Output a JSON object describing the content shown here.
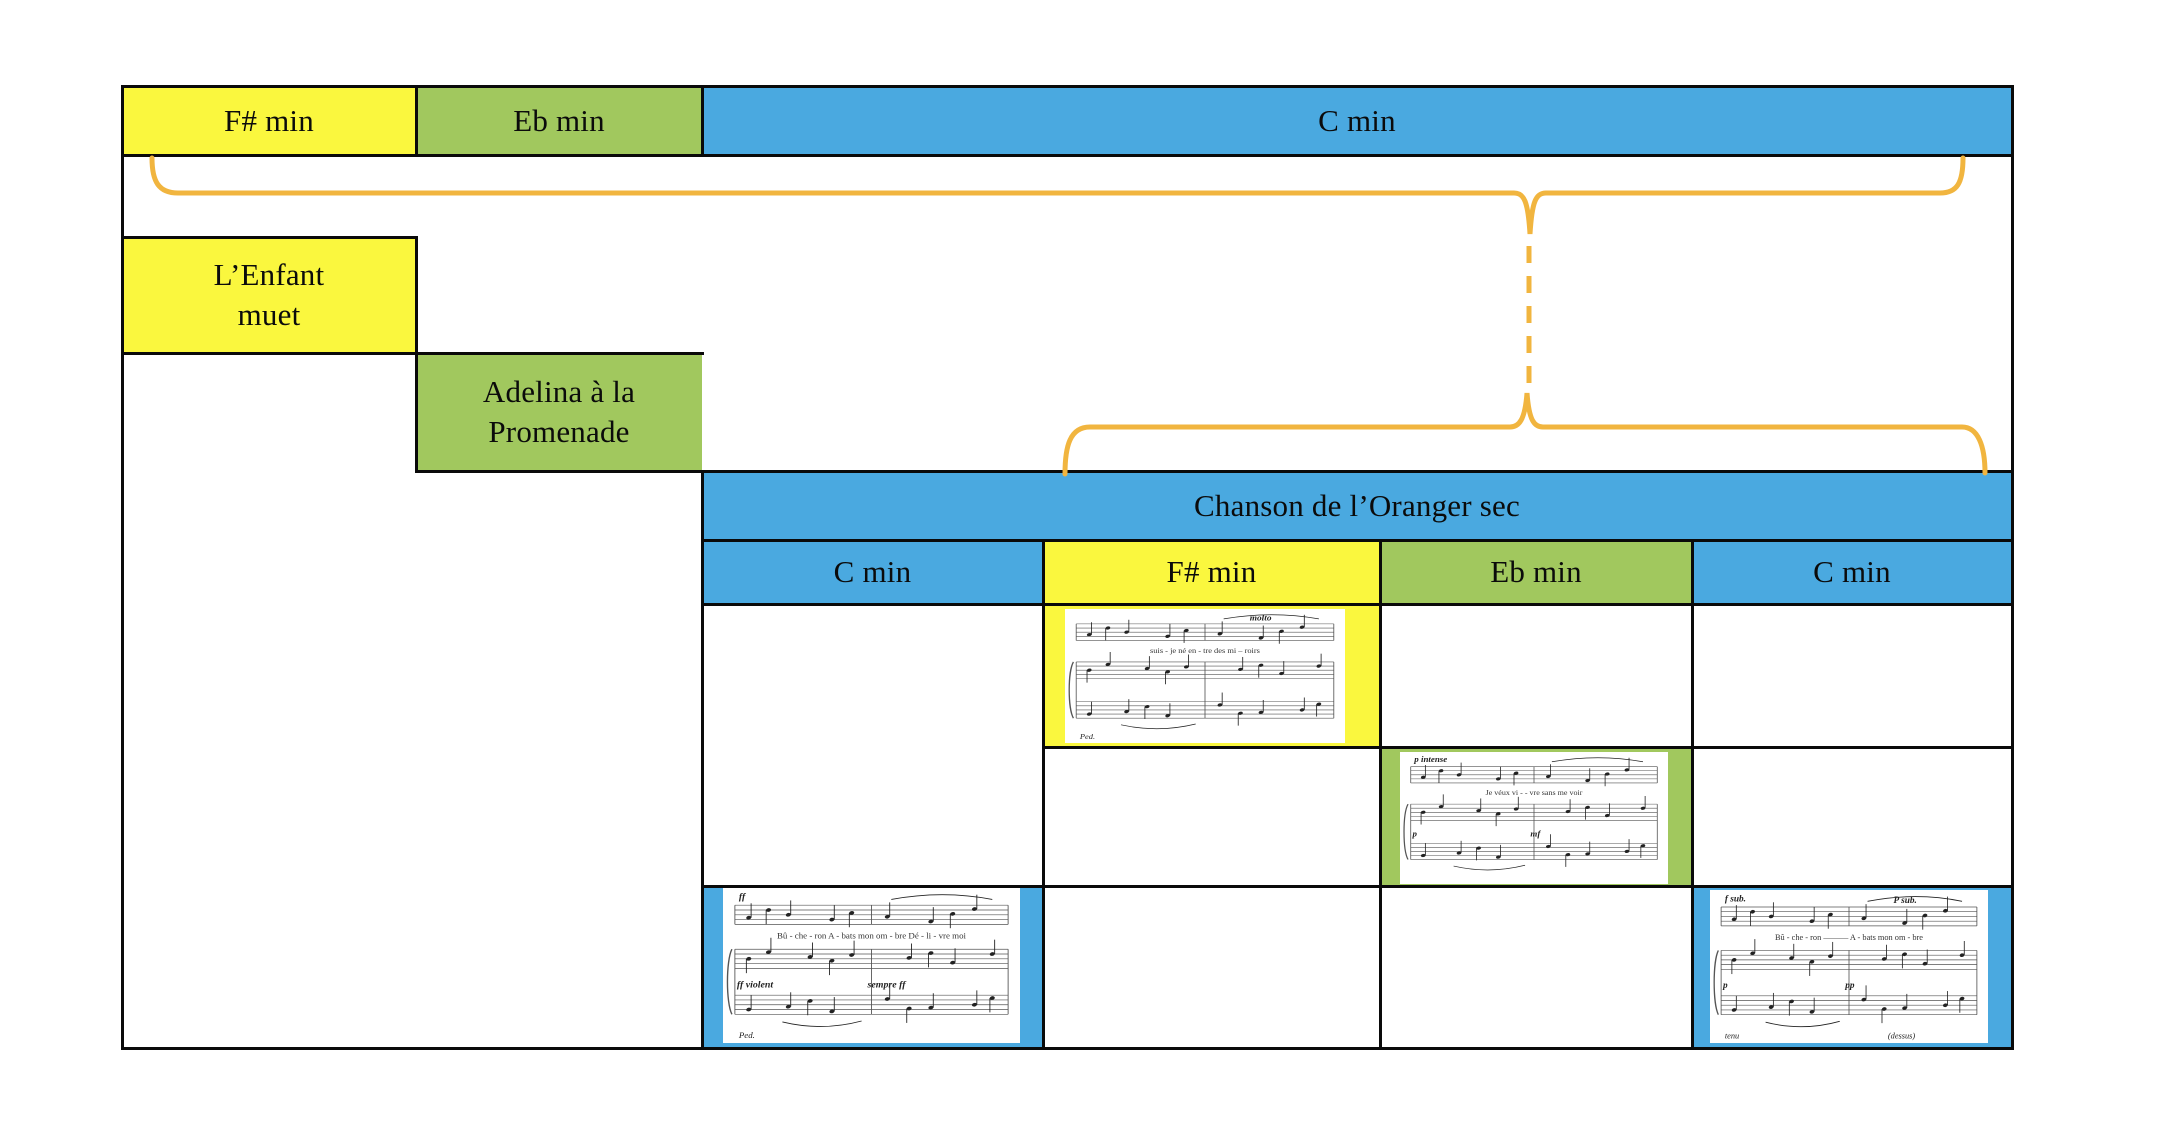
{
  "colors": {
    "yellow": "#FAF73E",
    "green": "#A1C85E",
    "blue": "#4AA9E0",
    "brace": "#F1B53F",
    "border": "#0A0A0A",
    "staff_line": "#555555",
    "note_ink": "#222222"
  },
  "top_header": {
    "cells": [
      {
        "label": "F# min",
        "color": "yellow"
      },
      {
        "label": "Eb min",
        "color": "green"
      },
      {
        "label": "C min",
        "color": "blue"
      }
    ]
  },
  "song_boxes": [
    {
      "label_lines": [
        "L’Enfant",
        "muet"
      ],
      "color": "yellow"
    },
    {
      "label_lines": [
        "Adelina à la",
        "Promenade"
      ],
      "color": "green"
    }
  ],
  "chanson": {
    "title": "Chanson de l’Oranger sec",
    "color": "blue"
  },
  "sub_header": {
    "cells": [
      {
        "label": "C min",
        "color": "blue"
      },
      {
        "label": "F# min",
        "color": "yellow"
      },
      {
        "label": "Eb min",
        "color": "green"
      },
      {
        "label": "C min",
        "color": "blue"
      }
    ]
  },
  "snippets": {
    "fsharp": {
      "key": "F# min",
      "lyrics": "suis - je  né      en - tre  des  mi  –  roirs",
      "markings": [
        "",
        "molto",
        "",
        "",
        "",
        "Ped."
      ]
    },
    "eb": {
      "key": "Eb min",
      "lyrics": "Je  véux  vi  -  -  vre  sans  me  voir",
      "markings": [
        "p intense",
        "",
        "p",
        "mf"
      ]
    },
    "cmin_left": {
      "key": "C min",
      "lyrics": "Bû - che - ron       A - bats  mon  om - bre       Dé - li - vre  moi",
      "markings": [
        "ff",
        "",
        "ff violent",
        "sempre ff",
        "",
        "Ped."
      ]
    },
    "cmin_right": {
      "key": "C min",
      "lyrics": "Bû - che - ron  ———      A  -  bats  mon  om   -   bre",
      "markings": [
        "f sub.",
        "P sub.",
        "p",
        "pp",
        "(dessus)",
        "tenu"
      ]
    }
  }
}
